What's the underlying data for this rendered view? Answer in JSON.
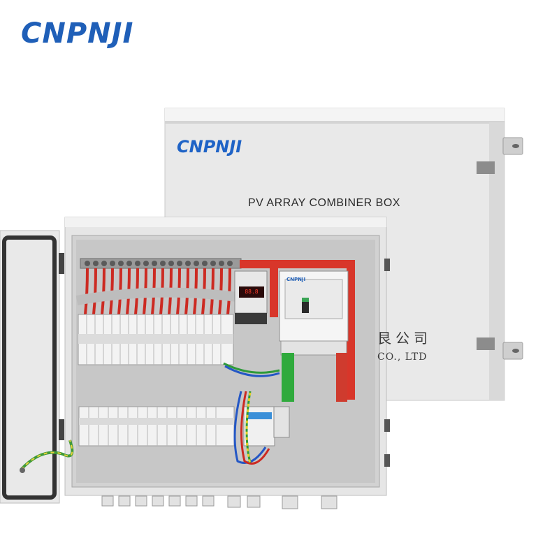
{
  "brand": {
    "logo_text": "CNPNJI",
    "color": "#1f5fb8"
  },
  "lid": {
    "logo_text": "CNPNJI",
    "title": "PV ARRAY COMBINER BOX",
    "company_cn_partial": "艮公司",
    "company_en_partial": "CO., LTD"
  },
  "breaker": {
    "brand_text": "CNPNJI"
  },
  "meter": {
    "display": "88.8"
  },
  "colors": {
    "background": "#ffffff",
    "enclosure": "#ececec",
    "busbar_red": "#d8362a",
    "busbar_green": "#2faa3c"
  }
}
